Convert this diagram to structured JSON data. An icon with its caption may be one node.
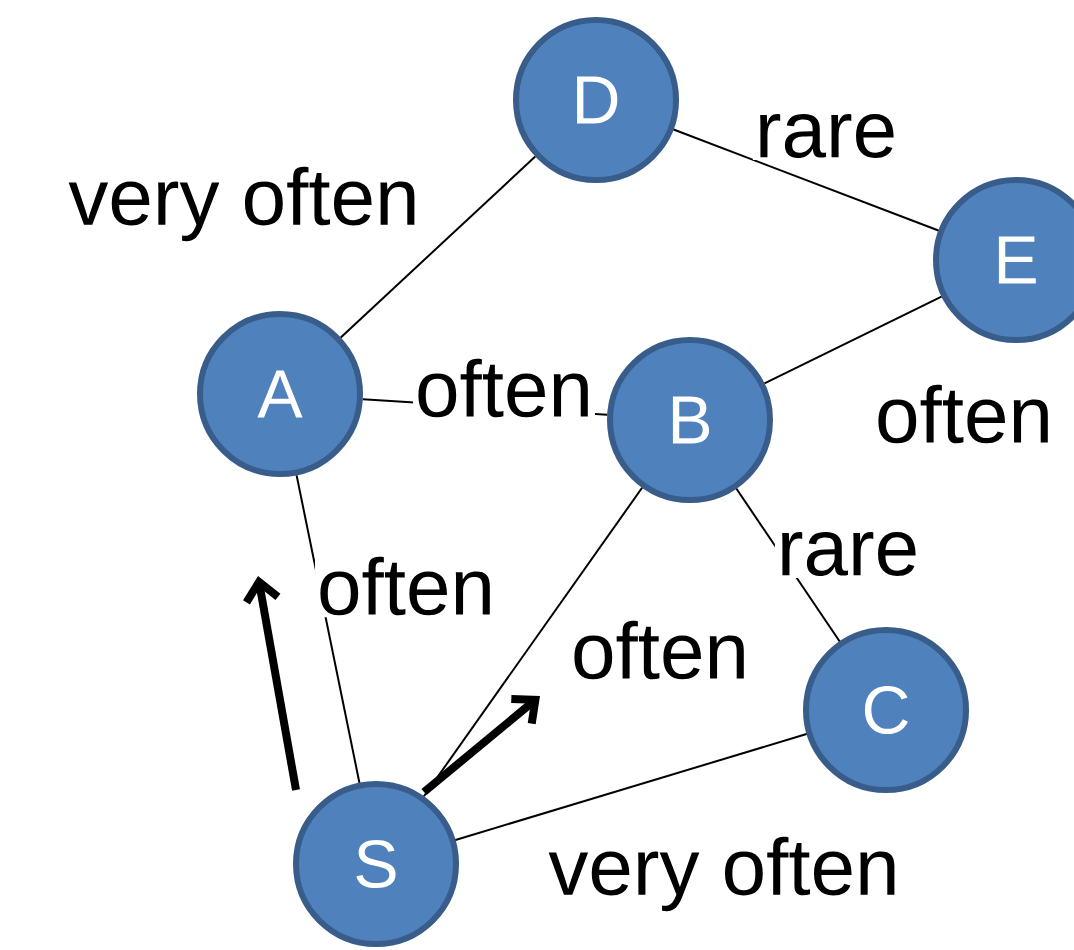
{
  "diagram": {
    "nodes": [
      {
        "text": [
          "D"
        ]
      },
      {
        "text": [
          "E"
        ]
      },
      {
        "text": [
          "A"
        ]
      },
      {
        "text": [
          "B"
        ]
      },
      {
        "text": [
          "C"
        ]
      },
      {
        "text": [
          "S"
        ]
      }
    ],
    "edges": [
      {
        "from": 2,
        "to": 0,
        "arrow": "none",
        "label": "very often"
      },
      {
        "from": 0,
        "to": 1,
        "arrow": "none",
        "label": "rare"
      },
      {
        "from": 2,
        "to": 3,
        "arrow": "none",
        "label": "often"
      },
      {
        "from": 3,
        "to": 1,
        "arrow": "none",
        "label": "often"
      },
      {
        "from": 3,
        "to": 4,
        "arrow": "none",
        "label": "rare"
      },
      {
        "from": 5,
        "to": 2,
        "arrow": "none",
        "label": "often"
      },
      {
        "from": 5,
        "to": 3,
        "arrow": "none",
        "label": "often"
      },
      {
        "from": 5,
        "to": 4,
        "arrow": "none",
        "label": "very often"
      }
    ]
  }
}
